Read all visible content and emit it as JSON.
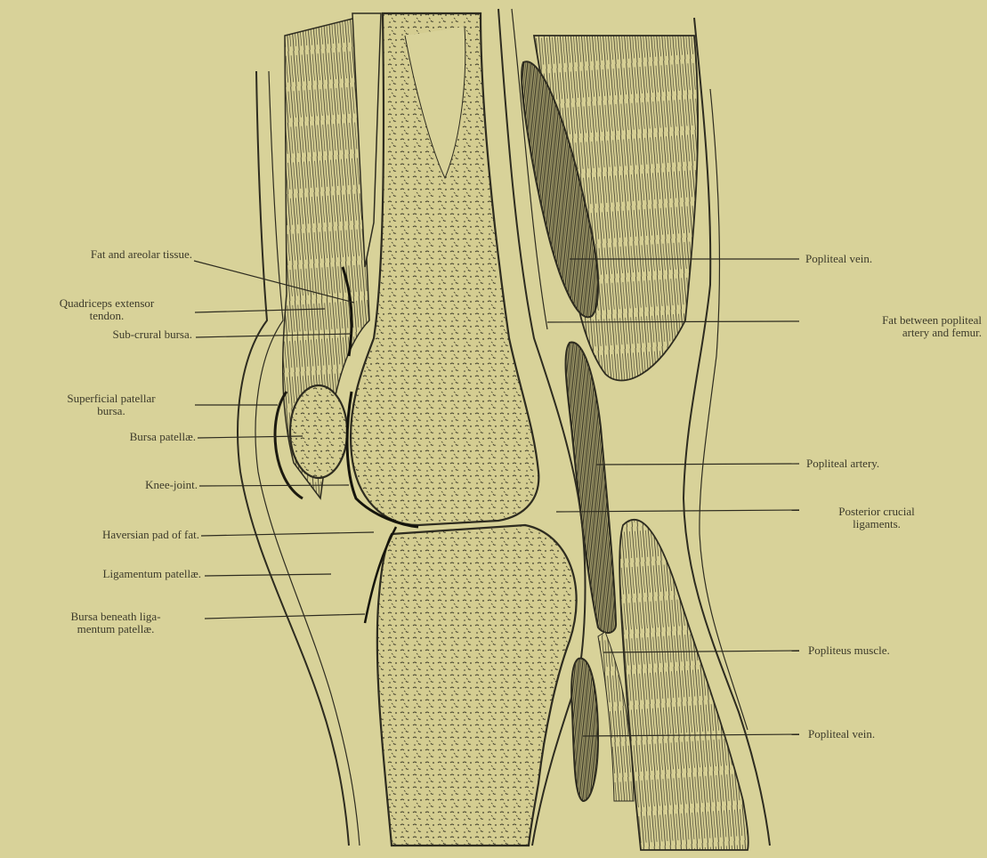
{
  "labels_left": [
    {
      "id": "fat-areolar",
      "lines": [
        "Fat and areolar tissue."
      ]
    },
    {
      "id": "quadriceps",
      "lines": [
        "Quadriceps extensor",
        "tendon."
      ]
    },
    {
      "id": "subcrural",
      "lines": [
        "Sub-crural bursa."
      ]
    },
    {
      "id": "superficial-patellar",
      "lines": [
        "Superficial patellar",
        "bursa."
      ]
    },
    {
      "id": "bursa-patellae",
      "lines": [
        "Bursa patellæ."
      ]
    },
    {
      "id": "knee-joint",
      "lines": [
        "Knee-joint."
      ]
    },
    {
      "id": "haversian",
      "lines": [
        "Haversian pad of fat."
      ]
    },
    {
      "id": "ligamentum",
      "lines": [
        "Ligamentum patellæ."
      ]
    },
    {
      "id": "bursa-beneath",
      "lines": [
        "Bursa beneath liga-",
        "mentum patellæ."
      ]
    }
  ],
  "labels_right": [
    {
      "id": "popliteal-vein-upper",
      "lines": [
        "Popliteal vein."
      ]
    },
    {
      "id": "fat-between",
      "lines": [
        "Fat between popliteal",
        "artery and femur."
      ]
    },
    {
      "id": "popliteal-artery",
      "lines": [
        "Popliteal artery."
      ]
    },
    {
      "id": "posterior-crucial",
      "lines": [
        "Posterior crucial",
        "ligaments."
      ]
    },
    {
      "id": "popliteus-muscle",
      "lines": [
        "Popliteus muscle."
      ]
    },
    {
      "id": "popliteal-vein-lower",
      "lines": [
        "Popliteal vein."
      ]
    }
  ],
  "colors": {
    "paper": "#d8d299",
    "ink": "#2e2c20",
    "bone": "#cfc88c"
  }
}
